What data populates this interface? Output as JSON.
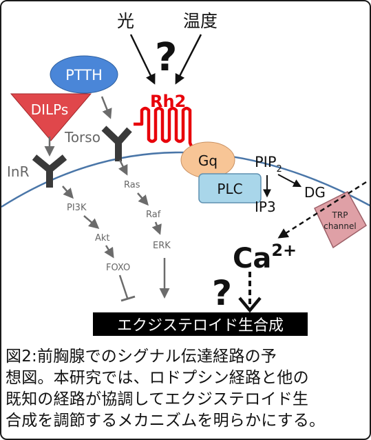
{
  "inputs": {
    "light": "光",
    "temperature": "温度",
    "question_top": "?"
  },
  "receptor": {
    "rh2": "Rh2",
    "gq": "Gq",
    "plc": "PLC",
    "pip2_base": "PIP",
    "pip2_sub": "2",
    "ip3": "IP3",
    "dg": "DG"
  },
  "trp": {
    "line1": "TRP",
    "line2": "channel"
  },
  "ca": {
    "base": "Ca",
    "sup": "2+"
  },
  "question_bottom": "?",
  "ligands": {
    "ptth": "PTTH",
    "dilps": "DILPs"
  },
  "receptors_left": {
    "torso": "Torso",
    "inr": "InR"
  },
  "inr_path": {
    "pi3k": "PI3K",
    "akt": "Akt",
    "foxo": "FOXO"
  },
  "torso_path": {
    "ras": "Ras",
    "raf": "Raf",
    "erk": "ERK"
  },
  "output": {
    "label": "エクジステロイド生合成"
  },
  "caption": {
    "lines": [
      "図2:前胸腺でのシグナル伝達経路の予",
      "想図。本研究では、ロドプシン経路と他の",
      "既知の経路が協調してエクジステロイド生",
      "合成を調節するメカニズムを明らかにする。"
    ]
  },
  "colors": {
    "membrane": "#4a76a8",
    "rh2": "#e8000a",
    "ptth": "#4a86d8",
    "dilps": "#e0474b",
    "gq": "#f7c596",
    "plc": "#a9d6ea",
    "trp": "#dfa0a6",
    "receptor_gray": "#3a3a3a",
    "arrow_gray": "#6b6b6b"
  }
}
